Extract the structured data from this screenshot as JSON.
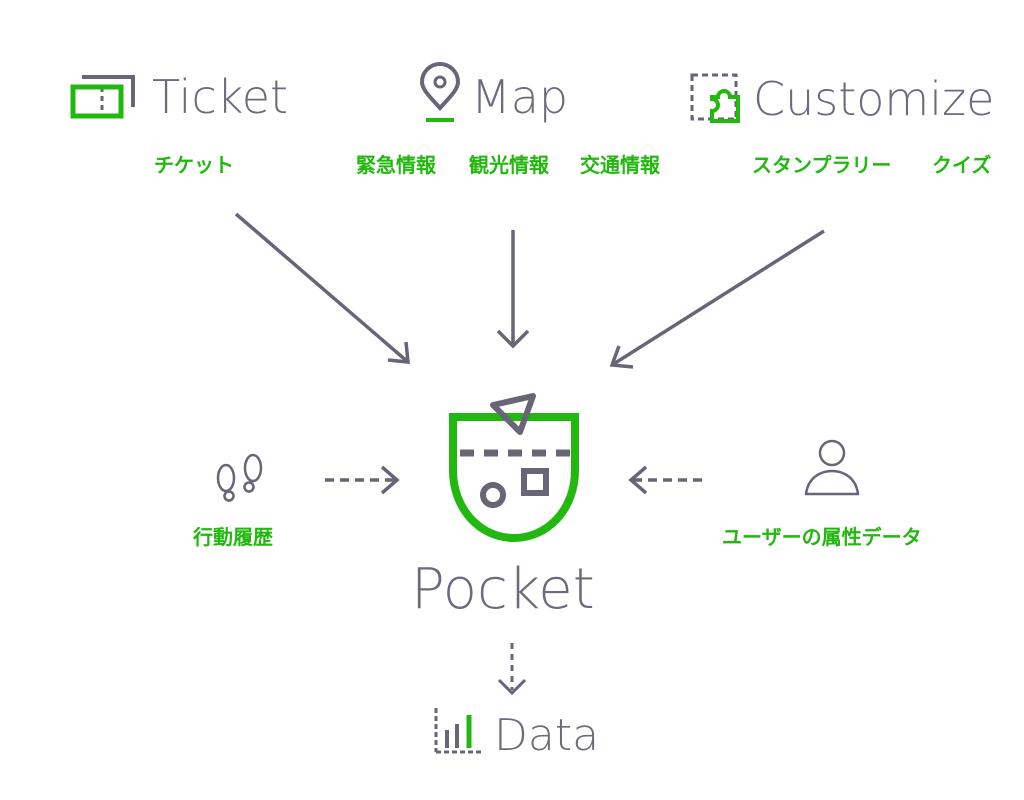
{
  "colors": {
    "green": "#22b80f",
    "gray": "#666677"
  },
  "nodes": {
    "ticket": {
      "title": "Ticket",
      "icon": "ticket-icon",
      "items": [
        "チケット"
      ]
    },
    "map": {
      "title": "Map",
      "icon": "map-pin-icon",
      "items": [
        "緊急情報",
        "観光情報",
        "交通情報"
      ]
    },
    "customize": {
      "title": "Customize",
      "icon": "puzzle-icon",
      "items": [
        "スタンプラリー",
        "クイズ"
      ]
    },
    "history": {
      "icon": "footprints-icon",
      "label": "行動履歴"
    },
    "user": {
      "icon": "user-icon",
      "label": "ユーザーの属性データ"
    },
    "pocket": {
      "icon": "pocket-icon",
      "title": "Pocket"
    },
    "data": {
      "icon": "bar-chart-icon",
      "title": "Data"
    }
  }
}
